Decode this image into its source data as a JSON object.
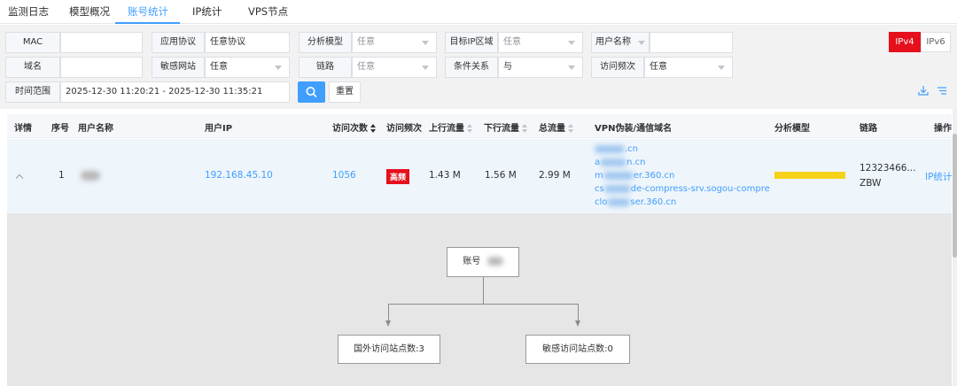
{
  "tabs": [
    {
      "label": "监测日志"
    },
    {
      "label": "模型概况"
    },
    {
      "label": "账号统计"
    },
    {
      "label": "IP统计"
    },
    {
      "label": "VPS节点"
    }
  ],
  "filters": {
    "mac_label": "MAC",
    "mac_value": "",
    "app_protocol_label": "应用协议",
    "app_protocol_value": "任意协议",
    "analysis_model_label": "分析模型",
    "analysis_model_value": "任意",
    "target_ip_region_label": "目标IP区域",
    "target_ip_region_value": "任意",
    "username_label": "用户名称",
    "username_value": "",
    "domain_label": "域名",
    "domain_value": "",
    "sensitive_site_label": "敏感网站",
    "sensitive_site_value": "任意",
    "link_label": "链路",
    "link_value": "任意",
    "condition_label": "条件关系",
    "condition_value": "与",
    "visit_freq_label": "访问频次",
    "visit_freq_value": "任意",
    "time_range_label": "时间范围",
    "time_range_value": "2025-12-30 11:20:21 - 2025-12-30 11:35:21",
    "reset_label": "重置",
    "ipv4_label": "IPv4",
    "ipv6_label": "IPv6"
  },
  "table": {
    "columns": [
      "详情",
      "序号",
      "用户名称",
      "用户IP",
      "访问次数",
      "访问频次",
      "上行流量",
      "下行流量",
      "总流量",
      "VPN伪装/通信域名",
      "分析模型",
      "链路",
      "操作"
    ],
    "rows": [
      {
        "index": "1",
        "user_ip": "192.168.45.10",
        "visit_count": "1056",
        "frequency": "高频",
        "upstream": "1.43 M",
        "downstream": "1.56 M",
        "total": "2.99 M",
        "domains": [
          {
            "prefix": "",
            "suffix": ".cn"
          },
          {
            "prefix": "a",
            "suffix": "n.cn"
          },
          {
            "prefix": "m",
            "suffix": "er.360.cn"
          },
          {
            "prefix": "cs",
            "suffix": "de-compress-srv.sogou-compre"
          },
          {
            "prefix": "clo",
            "suffix": "ser.360.cn"
          }
        ],
        "link_line1": "12323466...",
        "link_line2": "ZBW",
        "action": "IP统计"
      }
    ]
  },
  "detail": {
    "root_label": "账号",
    "foreign_sites_label": "国外访问站点数:3",
    "sensitive_sites_label": "敏感访问站点数:0"
  },
  "colors": {
    "accent": "#409eff",
    "danger": "#e6101d",
    "model_bar": "#f7d21a"
  }
}
